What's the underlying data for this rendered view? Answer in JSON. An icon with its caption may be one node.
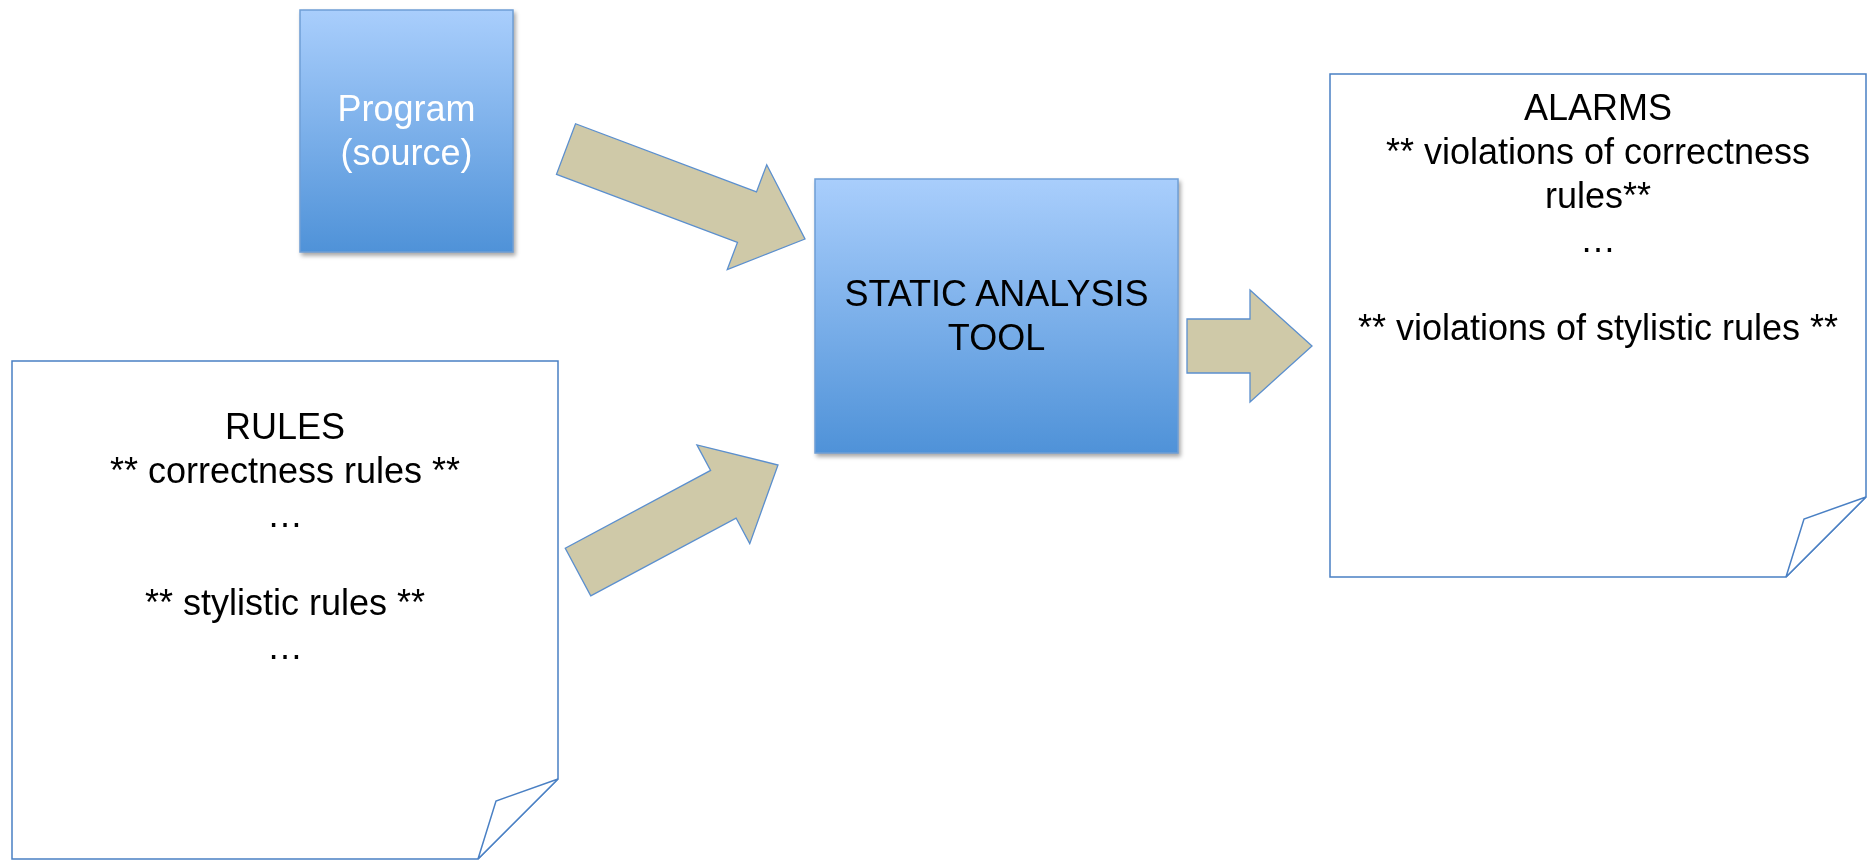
{
  "diagram": {
    "nodes": [
      {
        "text": [
          "Program (source)"
        ]
      },
      {
        "text": [
          "RULES",
          "** correctness rules **",
          "…",
          "** stylistic rules **",
          "…"
        ]
      },
      {
        "text": [
          "STATIC ANALYSIS TOOL"
        ]
      },
      {
        "text": [
          "ALARMS",
          "** violations of correctness rules**",
          "…",
          "** violations of stylistic rules **"
        ]
      }
    ],
    "edges": [
      {
        "from": 0,
        "to": 2,
        "arrow": "to"
      },
      {
        "from": 1,
        "to": 2,
        "arrow": "to"
      },
      {
        "from": 2,
        "to": 3,
        "arrow": "to"
      }
    ]
  }
}
